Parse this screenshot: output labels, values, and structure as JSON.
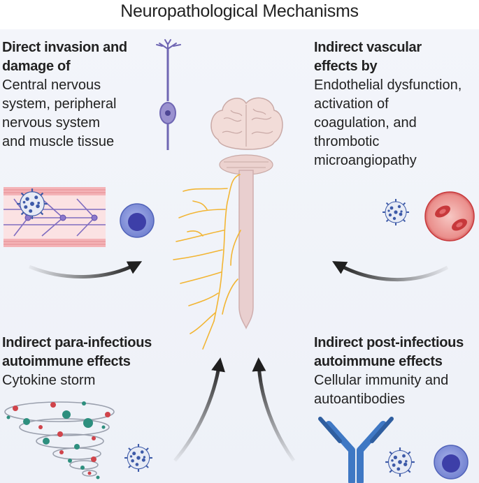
{
  "title": "Neuropathological Mechanisms",
  "quadrants": {
    "top_left": {
      "heading": [
        "Direct invasion and",
        "damage of"
      ],
      "body": [
        "Central nervous",
        "system, peripheral",
        "nervous system",
        "and muscle tissue"
      ]
    },
    "top_right": {
      "heading": [
        "Indirect vascular",
        "effects by"
      ],
      "body": [
        "Endothelial dysfunction,",
        "activation of",
        "coagulation, and",
        "thrombotic",
        "microangiopathy"
      ]
    },
    "bottom_left": {
      "heading": [
        "Indirect para-infectious",
        "autoimmune effects"
      ],
      "body": [
        "Cytokine storm"
      ]
    },
    "bottom_right": {
      "heading": [
        "Indirect post-infectious",
        "autoimmune effects"
      ],
      "body": [
        "Cellular immunity and",
        "autoantibodies"
      ]
    }
  },
  "colors": {
    "neuron": "#6f66b3",
    "brain": "#f2dcd8",
    "spinal_cord": "#e9cfcf",
    "nerves": "#f2b533",
    "virus": "#3d5aa8",
    "vessel": "#f4b3b7",
    "immune_cell": "#7f8fd6",
    "red_cell": "#c7383b",
    "antibody": "#3f78c4",
    "arrow": "#1f1f1f"
  }
}
